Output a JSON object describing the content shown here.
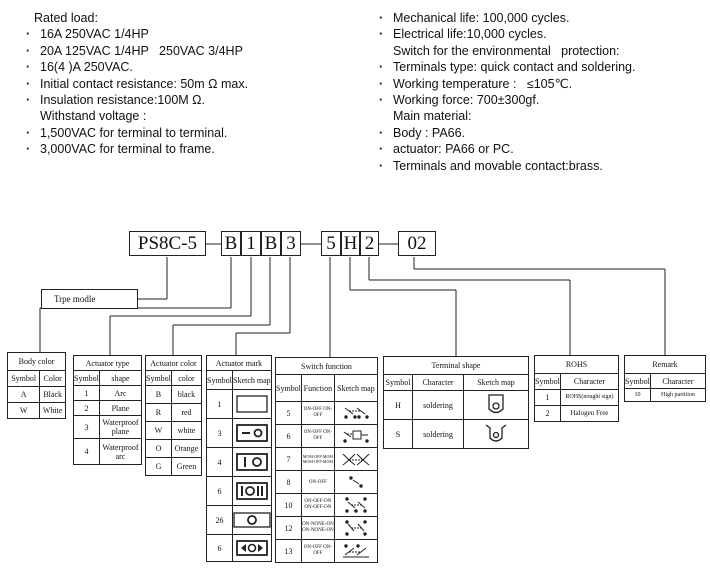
{
  "specs_left": {
    "heading": "Rated load:",
    "items": [
      "16A 250VAC 1/4HP",
      "20A 125VAC 1/4HP   250VAC 3/4HP",
      "16(4 )A 250VAC.",
      "Initial contact resistance: 50m Ω max.",
      "Insulation resistance:100M Ω."
    ],
    "withstand": "Withstand voltage :",
    "items2": [
      "1,500VAC for terminal to terminal.",
      "3,000VAC for terminal to frame."
    ]
  },
  "specs_right": {
    "items": [
      "Mechanical life: 100,000 cycles.",
      "Electrical life:10,000 cycles."
    ],
    "protection": "Switch for the environmental   protection:",
    "items2": [
      "Terminals type: quick contact and soldering.",
      "Working temperature :   ≤105℃.",
      "Working force: 700±300gf."
    ],
    "material": "Main material:",
    "items3": [
      "Body : PA66.",
      "actuator: PA66 or PC.",
      "Terminals and movable contact:brass."
    ]
  },
  "code": {
    "model": "PS8C-5",
    "body": "B",
    "act_type": "1",
    "act_color": "B",
    "act_mark": "3",
    "function": "5",
    "terminal": "H",
    "rohs": "2",
    "remark": "02"
  },
  "type_label": "Trpe modle",
  "tables": {
    "body_color": {
      "title": "Body color",
      "headers": [
        "Symbol",
        "Color"
      ],
      "rows": [
        [
          "A",
          "Black"
        ],
        [
          "W",
          "White"
        ]
      ]
    },
    "actuator_type": {
      "title": "Actuator type",
      "headers": [
        "Symbol",
        "shape"
      ],
      "rows": [
        [
          "1",
          "Arc"
        ],
        [
          "2",
          "Plane"
        ],
        [
          "3",
          "Waterproof plane"
        ],
        [
          "4",
          "Waterproof arc"
        ]
      ]
    },
    "actuator_color": {
      "title": "Actuator color",
      "headers": [
        "Symbol",
        "color"
      ],
      "rows": [
        [
          "B",
          "black"
        ],
        [
          "R",
          "red"
        ],
        [
          "W",
          "white"
        ],
        [
          "O",
          "Orange"
        ],
        [
          "G",
          "Green"
        ]
      ]
    },
    "actuator_mark": {
      "title": "Actuator mark",
      "headers": [
        "Symbol",
        "Sketch map"
      ],
      "rows": [
        {
          "symbol": "1",
          "icon": "blank-mark-icon"
        },
        {
          "symbol": "3",
          "icon": "dash-circle-mark-icon"
        },
        {
          "symbol": "4",
          "icon": "bar-circle-mark-icon"
        },
        {
          "symbol": "6",
          "icon": "bar-circle-bars-mark-icon"
        },
        {
          "symbol": "26",
          "icon": "circle-mark-icon"
        },
        {
          "symbol": "6",
          "icon": "arrows-dot-mark-icon"
        }
      ]
    },
    "switch_function": {
      "title": "Switch function",
      "headers": [
        "Symbol",
        "Function",
        "Sketch map"
      ],
      "rows": [
        {
          "symbol": "5",
          "function": "ON-OFF ON-OFF",
          "icon": "dpst-switch-icon"
        },
        {
          "symbol": "6",
          "function": "ON-OFF ON-OFF",
          "icon": "dpst-lamp-switch-icon"
        },
        {
          "symbol": "7",
          "function": "MOM-OFF-MOM MOM-OFF-MOM",
          "icon": "dpdt-mom-switch-icon"
        },
        {
          "symbol": "8",
          "function": "ON-OFF",
          "icon": "spst-switch-icon"
        },
        {
          "symbol": "10",
          "function": "ON-OFF-ON ON-OFF-ON",
          "icon": "dpdt-center-off-switch-icon"
        },
        {
          "symbol": "12",
          "function": "ON-NONE-ON ON-NONE-ON",
          "icon": "dpdt-switch-icon"
        },
        {
          "symbol": "13",
          "function": "ON-OFF ON-OFF",
          "icon": "dpst-alt-switch-icon"
        }
      ]
    },
    "terminal_shape": {
      "title": "Terminal shape",
      "headers": [
        "Symbol",
        "Character",
        "Sketch map"
      ],
      "rows": [
        {
          "symbol": "H",
          "character": "soldering",
          "icon": "solder-terminal-hole-icon"
        },
        {
          "symbol": "S",
          "character": "soldering",
          "icon": "solder-terminal-notch-icon"
        }
      ]
    },
    "rohs": {
      "title": "ROHS",
      "headers": [
        "Symbol",
        "Character"
      ],
      "rows": [
        [
          "1",
          "ROHS(nought sign)"
        ],
        [
          "2",
          "Halogen Free"
        ]
      ]
    },
    "remark": {
      "title": "Remark",
      "headers": [
        "Symbol",
        "Character"
      ],
      "rows": [
        [
          "10",
          "High partition"
        ]
      ]
    }
  }
}
